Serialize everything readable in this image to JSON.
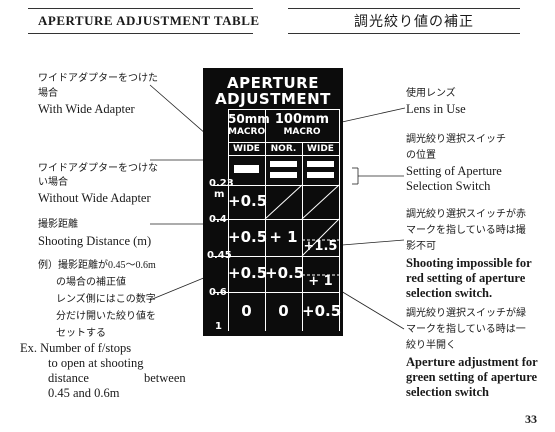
{
  "header": {
    "title_en": "APERTURE ADJUSTMENT TABLE",
    "title_jp": "調光絞り値の補正"
  },
  "left_labels": {
    "wide_jp_1": "ワイドアダプターをつけた",
    "wide_jp_2": "場合",
    "wide_en": "With Wide Adapter",
    "nowide_jp_1": "ワイドアダプターをつけな",
    "nowide_jp_2": "い場合",
    "nowide_en": "Without Wide Adapter",
    "dist_jp": "撮影距離",
    "dist_en": "Shooting Distance (m)",
    "example_jp_1": "例）撮影距離が0.45～0.6m",
    "example_jp_2": "の場合の補正値",
    "example_jp_3": "レンズ側にはこの数字",
    "example_jp_4": "分だけ開いた絞り値を",
    "example_jp_5": "セットする",
    "example_en_1": "Ex.  Number of f/stops",
    "example_en_2": "to open at shooting",
    "example_en_3a": "distance",
    "example_en_3b": "between",
    "example_en_4": "0.45 and 0.6m"
  },
  "right_labels": {
    "lens_jp": "使用レンズ",
    "lens_en": "Lens in Use",
    "switch_jp_1": "調光絞り選択スイッチ",
    "switch_jp_2": "の位置",
    "switch_en_1": "Setting of Aperture",
    "switch_en_2": "Selection Switch",
    "red_jp_1": "調光絞り選択スイッチが赤",
    "red_jp_2": "マークを指している時は撮",
    "red_jp_3": "影不可",
    "red_en_1": "Shooting impossible for",
    "red_en_2": "red setting of aperture",
    "red_en_3": "selection switch.",
    "green_jp_1": "調光絞り選択スイッチが緑",
    "green_jp_2": "マークを指している時は一",
    "green_jp_3": "絞り半開く",
    "green_en_1": "Aperture adjustment for",
    "green_en_2": "green setting of aperture",
    "green_en_3": "selection switch"
  },
  "panel": {
    "title_1": "APERTURE",
    "title_2": "ADJUSTMENT",
    "lens_50": "50mm",
    "lens_50_sub": "MACRO",
    "lens_100": "100mm",
    "lens_100_sub": "MACRO",
    "col_wide": "WIDE",
    "col_nor": "NOR.",
    "col_wide2": "WIDE",
    "dist_0": "0.23",
    "dist_0_unit": "m",
    "dist_1": "0.4",
    "dist_2": "0.45",
    "dist_3": "0.6",
    "dist_4": "1",
    "r1_c1": "+0.5",
    "r2_c1": "+0.5",
    "r2_c2": "+ 1",
    "r2_c3": "+1.5",
    "r3_c1": "+0.5",
    "r3_c2": "+0.5",
    "r3_c3": "+ 1",
    "r4_c1": "0",
    "r4_c2": "0",
    "r4_c3": "+0.5"
  },
  "page_number": "33"
}
